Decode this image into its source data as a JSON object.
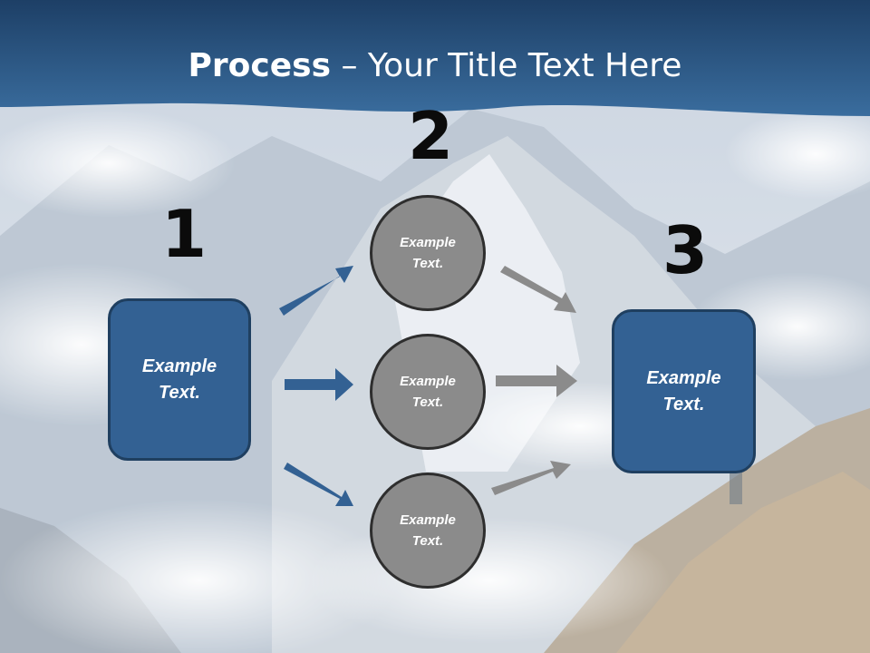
{
  "slide": {
    "title_bold": "Process",
    "title_rest": " – Your Title Text Here"
  },
  "diagram": {
    "steps": [
      {
        "number": "1",
        "text": "Example Text."
      },
      {
        "number": "2",
        "items": [
          "Example Text.",
          "Example Text.",
          "Example Text."
        ]
      },
      {
        "number": "3",
        "text": "Example Text."
      }
    ]
  },
  "colors": {
    "header": "#2e5d8c",
    "box_fill": "#336193",
    "circle_fill": "#8b8b8b",
    "arrow_blue": "#336193",
    "arrow_gray": "#8b8b8b"
  }
}
